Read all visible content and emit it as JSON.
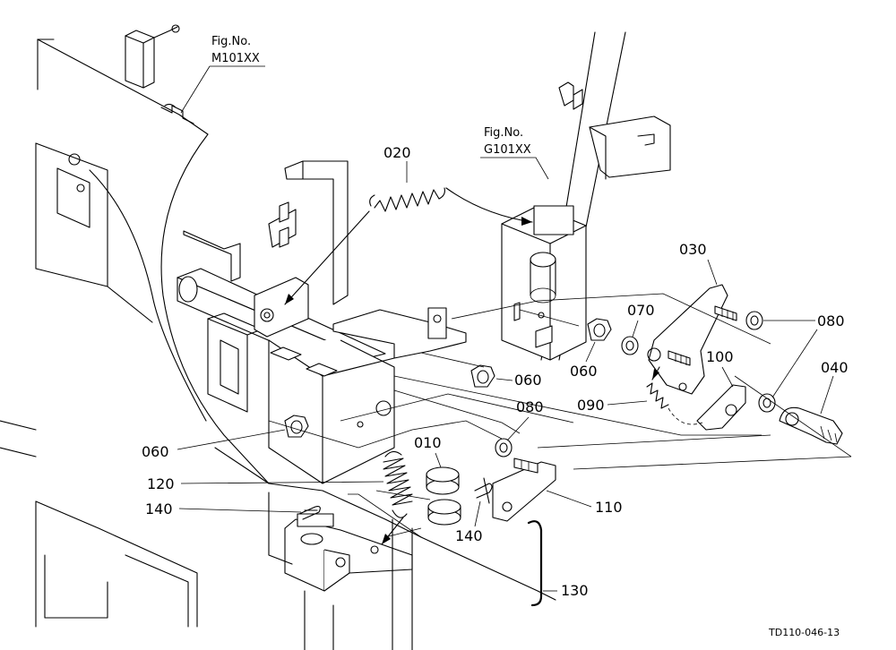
{
  "figure_refs": [
    {
      "line1": "Fig.No.",
      "line2": "M101XX"
    },
    {
      "line1": "Fig.No.",
      "line2": "G101XX"
    }
  ],
  "parts": {
    "p010": "010",
    "p020": "020",
    "p030": "030",
    "p040": "040",
    "p060a": "060",
    "p060b": "060",
    "p060c": "060",
    "p070": "070",
    "p080a": "080",
    "p080b": "080",
    "p090": "090",
    "p100": "100",
    "p110": "110",
    "p120": "120",
    "p130": "130",
    "p140a": "140",
    "p140b": "140"
  },
  "drawing_code": "TD110-046-13",
  "colors": {
    "line": "#000000",
    "background": "#ffffff"
  }
}
